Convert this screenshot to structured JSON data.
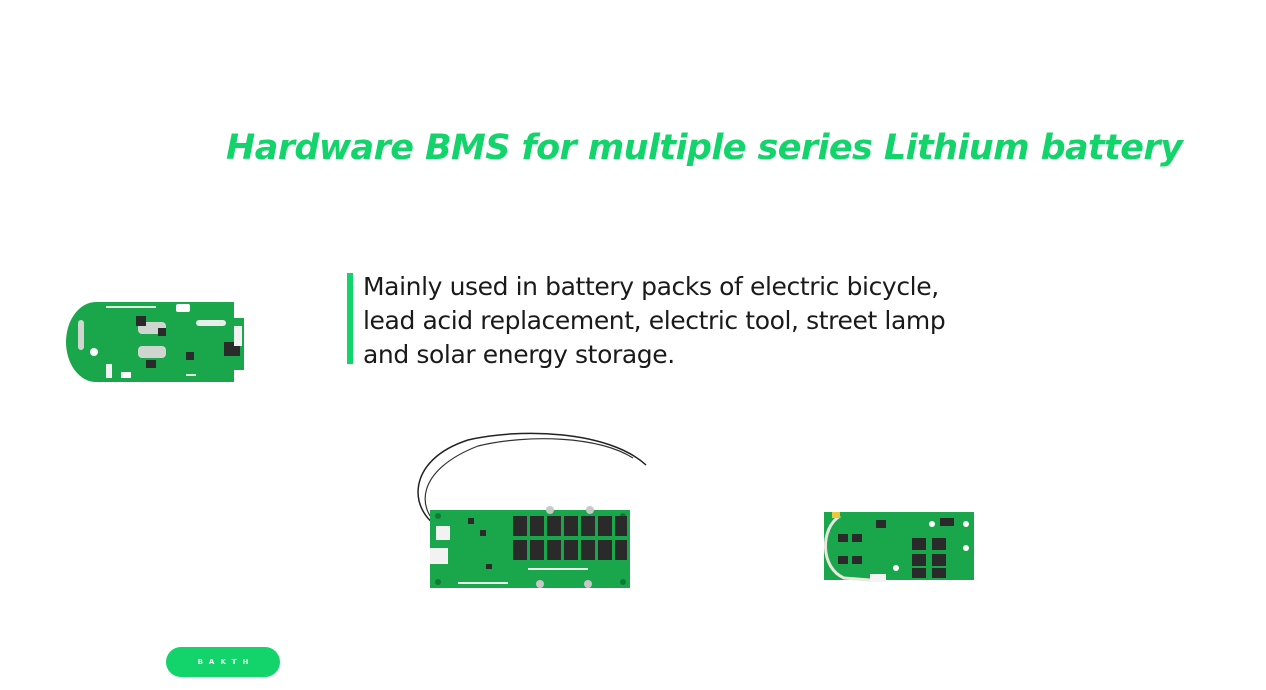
{
  "title": "Hardware BMS for multiple series Lithium battery",
  "description": {
    "lines": [
      "Mainly used in battery packs of electric bicycle,",
      "lead acid replacement, electric tool, street lamp",
      "and solar energy storage."
    ]
  },
  "images": [
    {
      "name": "pcb-board-round"
    },
    {
      "name": "pcb-board-mosfet-with-wires"
    },
    {
      "name": "pcb-board-small"
    }
  ],
  "brand_button": {
    "label": "BAKTH"
  },
  "colors": {
    "accent": "#12d46b",
    "text": "#1a1a1a",
    "background": "#ffffff"
  }
}
